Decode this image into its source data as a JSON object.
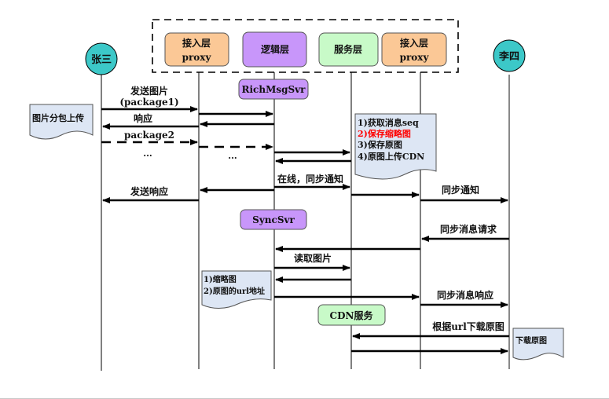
{
  "actors": {
    "zhangsan": {
      "label": "张三",
      "color": "#3cc8c8"
    },
    "lisi": {
      "label": "李四",
      "color": "#3cc8c8"
    }
  },
  "layers": [
    {
      "id": "proxy1",
      "line1": "接入层",
      "line2": "proxy",
      "color": "#fbc896"
    },
    {
      "id": "logic",
      "line1": "逻辑层",
      "line2": "",
      "color": "#c896fa"
    },
    {
      "id": "service",
      "line1": "服务层",
      "line2": "",
      "color": "#c8fac8"
    },
    {
      "id": "proxy2",
      "line1": "接入层",
      "line2": "proxy",
      "color": "#fbc896"
    }
  ],
  "servers": {
    "richmsg": {
      "label": "RichMsgSvr",
      "color": "#c896fa"
    },
    "sync": {
      "label": "SyncSvr",
      "color": "#c896fa"
    },
    "cdn": {
      "label": "CDN服务",
      "color": "#c8fac8"
    }
  },
  "messages": {
    "send_pic_1": "发送图片",
    "send_pic_2": "(package1)",
    "response": "响应",
    "package2": "package2",
    "ellipsis1": "...",
    "ellipsis2": "...",
    "online_sync": "在线，同步通知",
    "send_response": "发送响应",
    "sync_notify": "同步通知",
    "sync_request": "同步消息请求",
    "read_pic": "读取图片",
    "sync_response": "同步消息响应",
    "download_by_url": "根据url下载原图"
  },
  "notes": {
    "upload": {
      "lines": [
        "图片分包上传"
      ]
    },
    "service_steps": {
      "lines": [
        "1)获取消息seq",
        "2)保存缩略图",
        "3)保存原图",
        "4)原图上传CDN"
      ],
      "highlight_index": 1,
      "highlight_color": "#ff0000"
    },
    "result": {
      "lines": [
        "1)缩略图",
        "2)原图的url地址"
      ]
    },
    "download": {
      "lines": [
        "下载原图"
      ]
    }
  },
  "colors": {
    "note_fill": "#dde6f4",
    "line": "#000000",
    "dashed_box": "#000000"
  }
}
